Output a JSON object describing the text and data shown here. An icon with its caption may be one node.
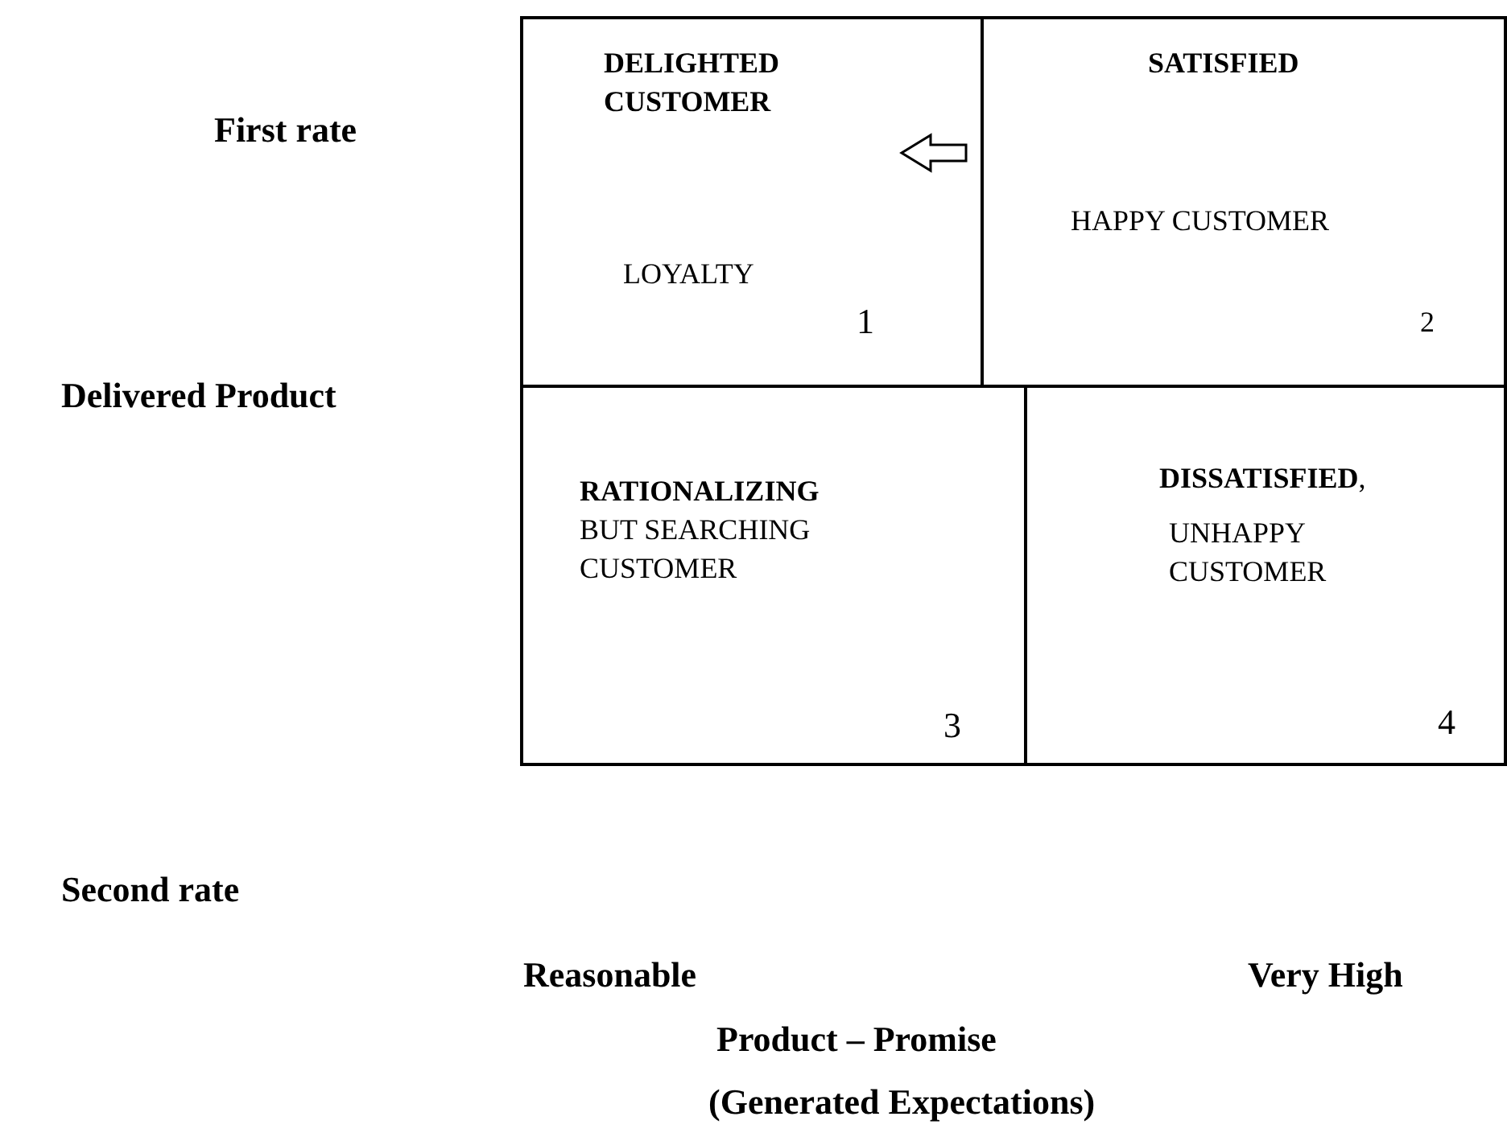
{
  "diagram": {
    "nodes": [
      {
        "text": [
          "DELIGHTED CUSTOMER",
          "LOYALTY",
          "1"
        ]
      },
      {
        "text": [
          "SATISFIED",
          "HAPPY CUSTOMER",
          "2"
        ]
      },
      {
        "text": [
          "RATIONALIZING",
          "BUT SEARCHING CUSTOMER",
          "3"
        ]
      },
      {
        "text": [
          "**DISSATISFIED**,",
          "UNHAPPY CUSTOMER",
          "4"
        ]
      }
    ],
    "edges": [
      {
        "from": 1,
        "to": 0,
        "arrow": "to"
      }
    ],
    "labels": [
      "First rate",
      "Delivered Product",
      "Second rate",
      "Reasonable",
      "Very High",
      "Product – Promise",
      "(Generated Expectations)"
    ]
  }
}
